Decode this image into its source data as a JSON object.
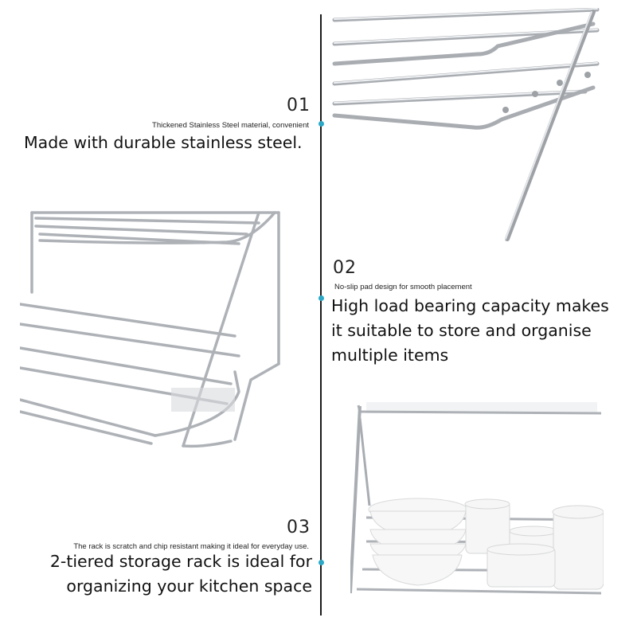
{
  "features": [
    {
      "number": "01",
      "subtitle": "Thickened Stainless Steel material, convenient",
      "headline": "Made with durable stainless steel."
    },
    {
      "number": "02",
      "subtitle": "No-slip pad design for smooth placement",
      "headline_lines": [
        "High load bearing capacity makes",
        "it suitable to store and organise",
        "multiple items"
      ]
    },
    {
      "number": "03",
      "subtitle": "The rack is scratch and chip resistant making it ideal for everyday use.",
      "headline_lines": [
        "2-tiered storage rack is ideal for",
        "organizing your kitchen space"
      ]
    }
  ],
  "colors": {
    "accent_dot": "#2aa8c6",
    "timeline": "#1a1a1a",
    "steel": "#b8bcc0"
  }
}
